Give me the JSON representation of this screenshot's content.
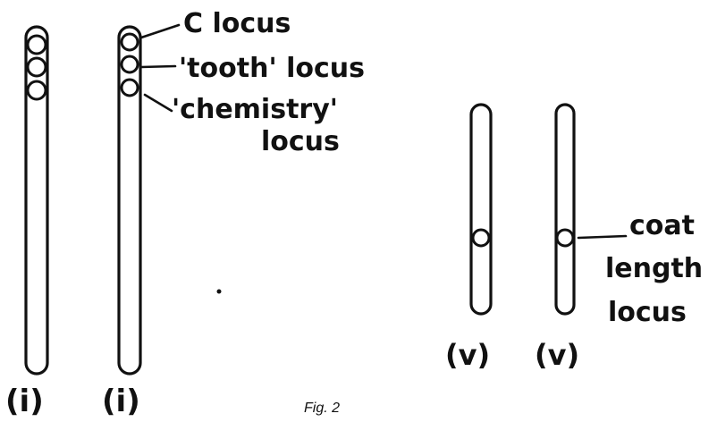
{
  "figure": {
    "caption": "Fig. 2",
    "ink_color": "#111111",
    "background_color": "#ffffff"
  },
  "chromosome_pairs": [
    {
      "label": "(i)",
      "chromosome_count": 2,
      "loci": [
        "C locus",
        "'tooth' locus",
        "'chemistry' locus"
      ]
    },
    {
      "label": "(v)",
      "chromosome_count": 2,
      "loci": [
        "coat length locus"
      ]
    }
  ],
  "annotations": {
    "c_locus": "C locus",
    "tooth_locus": "'tooth' locus",
    "chemistry_locus_line1": "'chemistry'",
    "chemistry_locus_line2": "locus",
    "coat_length_line1": "coat",
    "coat_length_line2": "length",
    "coat_length_line3": "locus"
  }
}
